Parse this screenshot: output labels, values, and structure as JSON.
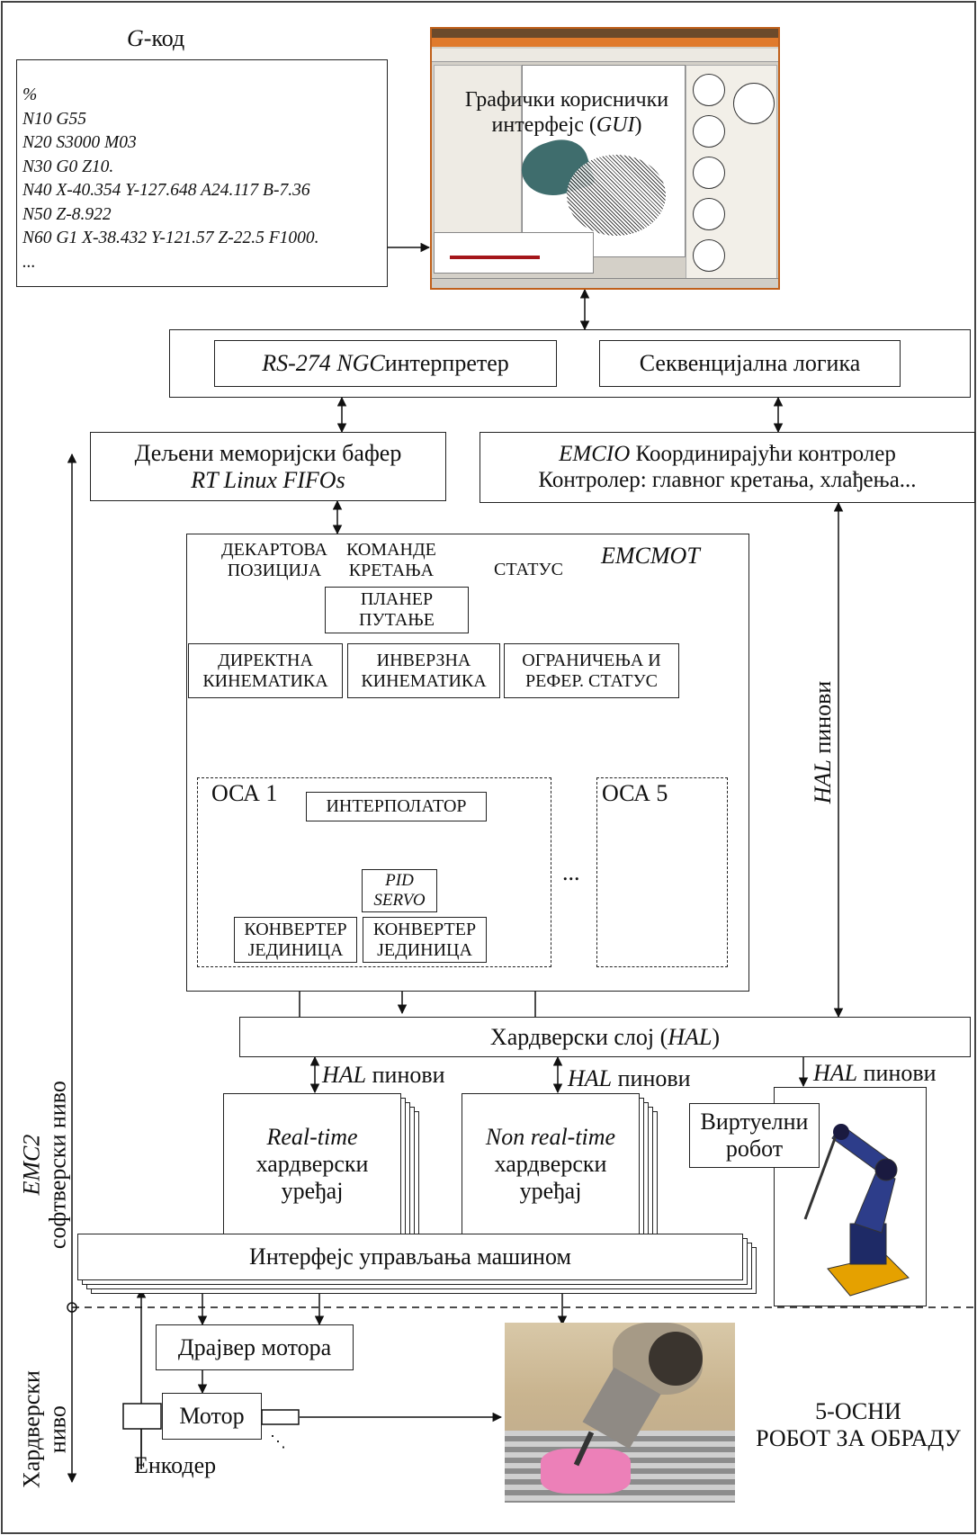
{
  "title": {
    "prefix": "G",
    "suffix": "-код"
  },
  "gcode_lines": [
    "%",
    "N10 G55",
    "N20 S3000 M03",
    "N30 G0 Z10.",
    "N40 X-40.354 Y-127.648 A24.117 B-7.36",
    "N50 Z-8.922",
    "N60 G1 X-38.432 Y-121.57 Z-22.5 F1000.",
    "..."
  ],
  "gui": {
    "line1": "Графички кориснички",
    "line2_prefix": "интерфејс (",
    "line2_it": "GUI",
    "line2_suffix": ")"
  },
  "interpreter": {
    "it": "RS-274 NGC",
    "text": " интерпретер"
  },
  "sequential_logic": "Секвенцијална логика",
  "shared_buffer": {
    "line1": "Дељени меморијски бафер",
    "line2": "RT Linux FIFOs"
  },
  "emcio": {
    "it": "EMCIO",
    "line1_rest": " Координирајући контролер",
    "line2": "Контролер: главног кретања, хлађења..."
  },
  "emcmot": {
    "name": "EMCMOT",
    "cartesian_position": [
      "ДЕКАРТОВА",
      "ПОЗИЦИЈА"
    ],
    "motion_commands": [
      "КОМАНДЕ",
      "КРЕТАЊА"
    ],
    "status": "СТАТУС",
    "path_planner": [
      "ПЛАНЕР",
      "ПУТАЊЕ"
    ],
    "forward_kinematics": [
      "ДИРЕКТНА",
      "КИНЕМАТИКА"
    ],
    "inverse_kinematics": [
      "ИНВЕРЗНА",
      "КИНЕМАТИКА"
    ],
    "limits_status": [
      "ОГРАНИЧЕЊА И",
      "РЕФЕР. СТАТУС"
    ],
    "axis1": "ОСА 1",
    "axis5": "ОСА 5",
    "interpolator": "ИНТЕРПОЛАТОР",
    "pid_servo": [
      "PID",
      "SERVO"
    ],
    "unit_converter": [
      "КОНВЕРТЕР",
      "ЈЕДИНИЦА"
    ],
    "ellipsis": "..."
  },
  "hal_pins_vertical": {
    "it": "HAL",
    "text": " пинови"
  },
  "hal_layer": {
    "prefix": "Хардверски слој (",
    "it": "HAL",
    "suffix": ")"
  },
  "hal_pins": {
    "it": "HAL",
    "text": " пинови"
  },
  "rt_device": [
    "Real-time",
    "хардверски",
    "уређај"
  ],
  "nrt_device": [
    "Non real-time",
    "хардверски",
    "уређај"
  ],
  "virtual_robot": [
    "Виртуелни",
    "робот"
  ],
  "machine_interface": "Интерфејс управљања машином",
  "software_level": {
    "it": "EMC2",
    "text": "софтверски ниво"
  },
  "hardware_level": [
    "Хардверски",
    "ниво"
  ],
  "motor_driver": "Драјвер мотора",
  "motor": "Мотор",
  "encoder": "Енкодер",
  "robot_label": [
    "5-ОСНИ",
    "РОБОТ ЗА ОБРАДУ"
  ]
}
